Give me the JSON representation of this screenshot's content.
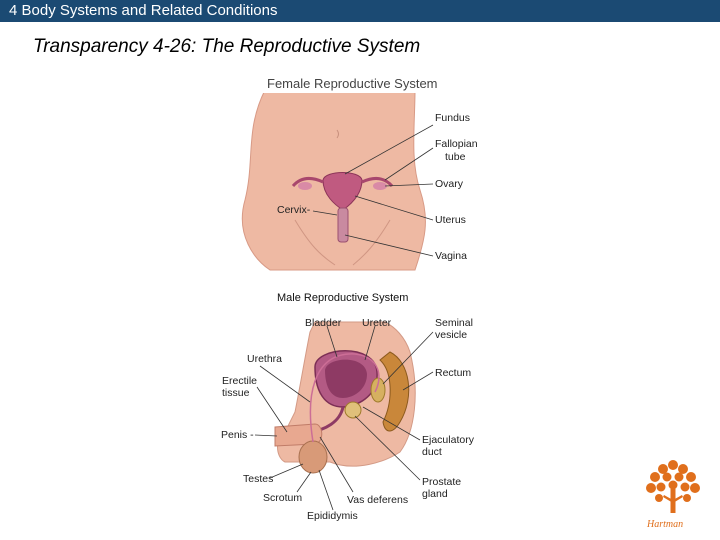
{
  "header": {
    "title": "4 Body Systems and Related Conditions"
  },
  "slide": {
    "title": "Transparency 4-26: The Reproductive System"
  },
  "female": {
    "title": "Female Reproductive  System",
    "labels": {
      "fundus": "Fundus",
      "fallopian_1": "Fallopian",
      "fallopian_2": "tube",
      "ovary": "Ovary",
      "cervix": "Cervix-",
      "uterus": "Uterus",
      "vagina": "Vagina"
    }
  },
  "male": {
    "title": "Male Reproductive  System",
    "labels": {
      "bladder": "Bladder",
      "ureter": "Ureter",
      "seminal_1": "Seminal",
      "seminal_2": "vesicle",
      "urethra": "Urethra",
      "erectile_1": "Erectile",
      "erectile_2": "tissue",
      "rectum": "Rectum",
      "penis": "Penis -",
      "ejac_1": "Ejaculatory",
      "ejac_2": "duct",
      "testes": "Testes",
      "prostate_1": "Prostate",
      "prostate_2": "gland",
      "scrotum": "Scrotum",
      "vas": "Vas deferens",
      "epididymis": "Epididymis"
    }
  },
  "logo": {
    "text": "Hartman"
  },
  "colors": {
    "header": "#1b4a73",
    "skin": "#eeb9a3",
    "organ": "#c05a80",
    "logo": "#e06f1c"
  }
}
